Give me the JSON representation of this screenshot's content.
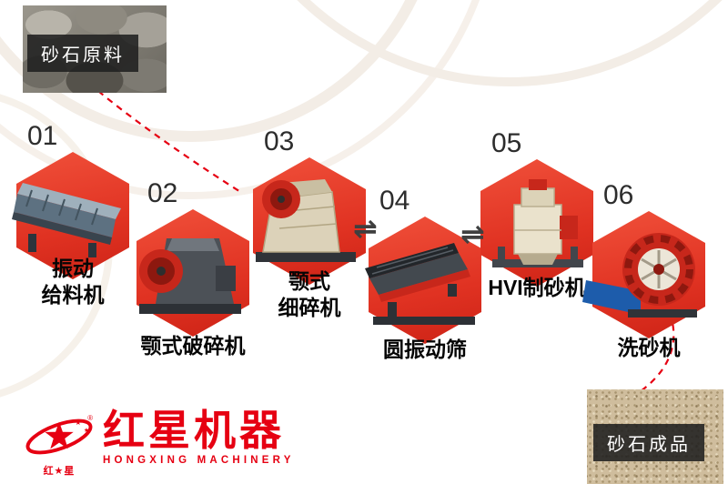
{
  "raw_material": {
    "label": "砂石原料"
  },
  "finished_product": {
    "label": "砂石成品"
  },
  "steps": [
    {
      "number": "01",
      "label": "振动给料机",
      "label_lines": [
        "振动",
        "给料机"
      ],
      "machine_icon": "vibrating-feeder-icon"
    },
    {
      "number": "02",
      "label": "颚式破碎机",
      "label_lines": [
        "颚式破碎机"
      ],
      "machine_icon": "jaw-crusher-icon"
    },
    {
      "number": "03",
      "label": "颚式细碎机",
      "label_lines": [
        "颚式",
        "细碎机"
      ],
      "machine_icon": "fine-jaw-crusher-icon"
    },
    {
      "number": "04",
      "label": "圆振动筛",
      "label_lines": [
        "圆振动筛"
      ],
      "machine_icon": "circular-vibrating-screen-icon"
    },
    {
      "number": "05",
      "label": "HVI制砂机",
      "label_lines": [
        "HVI制砂机"
      ],
      "machine_icon": "hvi-sand-maker-icon"
    },
    {
      "number": "06",
      "label": "洗砂机",
      "label_lines": [
        "洗砂机"
      ],
      "machine_icon": "sand-washer-icon"
    }
  ],
  "flow": {
    "symbol_1": "⇌",
    "symbol_2": "⇌"
  },
  "logo": {
    "brand": "红星机器",
    "tagline": "HONGXING MACHINERY",
    "registered_mark": "®",
    "small_star": "★",
    "emblem_caption": "红★星"
  },
  "colors": {
    "accent_red": "#e60012",
    "hexagon_red": "#e03222",
    "number_color": "#2d2d2d",
    "label_color": "#050505",
    "photo_label_bg": "#202020"
  }
}
